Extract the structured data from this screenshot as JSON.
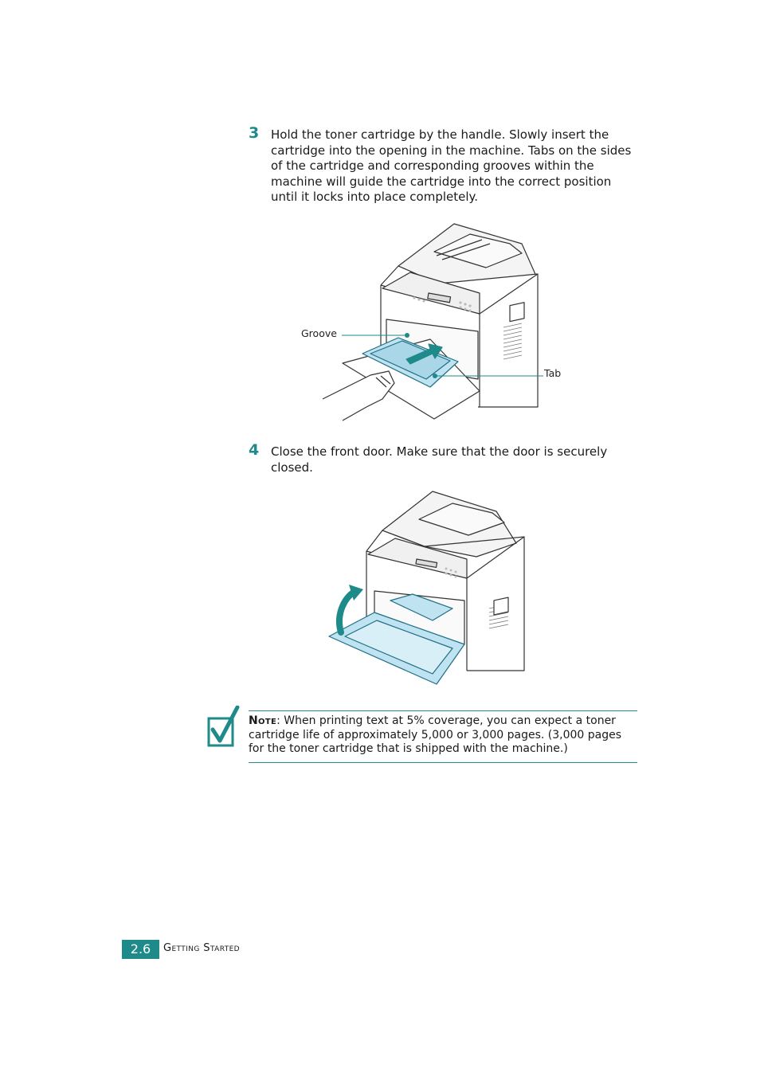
{
  "steps": [
    {
      "number": "3",
      "text": "Hold the toner cartridge by the handle. Slowly insert the cartridge into the opening in the machine. Tabs on the sides of the cartridge and corresponding grooves within the machine will guide the cartridge into the correct position until it locks into place completely."
    },
    {
      "number": "4",
      "text": "Close the front door. Make sure that the door is securely closed."
    }
  ],
  "figure1": {
    "callouts": {
      "groove": "Groove",
      "tab": "Tab"
    }
  },
  "note": {
    "label": "Note",
    "text": ": When printing text at 5% coverage, you can expect a toner cartridge life of approximately 5,000 or 3,000 pages. (3,000 pages for the toner cartridge that is shipped with the machine.)"
  },
  "footer": {
    "page_number": "2.6",
    "section_title": "Getting Started"
  },
  "colors": {
    "accent": "#1e8a8a",
    "cartridge": "#bfe3f0"
  }
}
